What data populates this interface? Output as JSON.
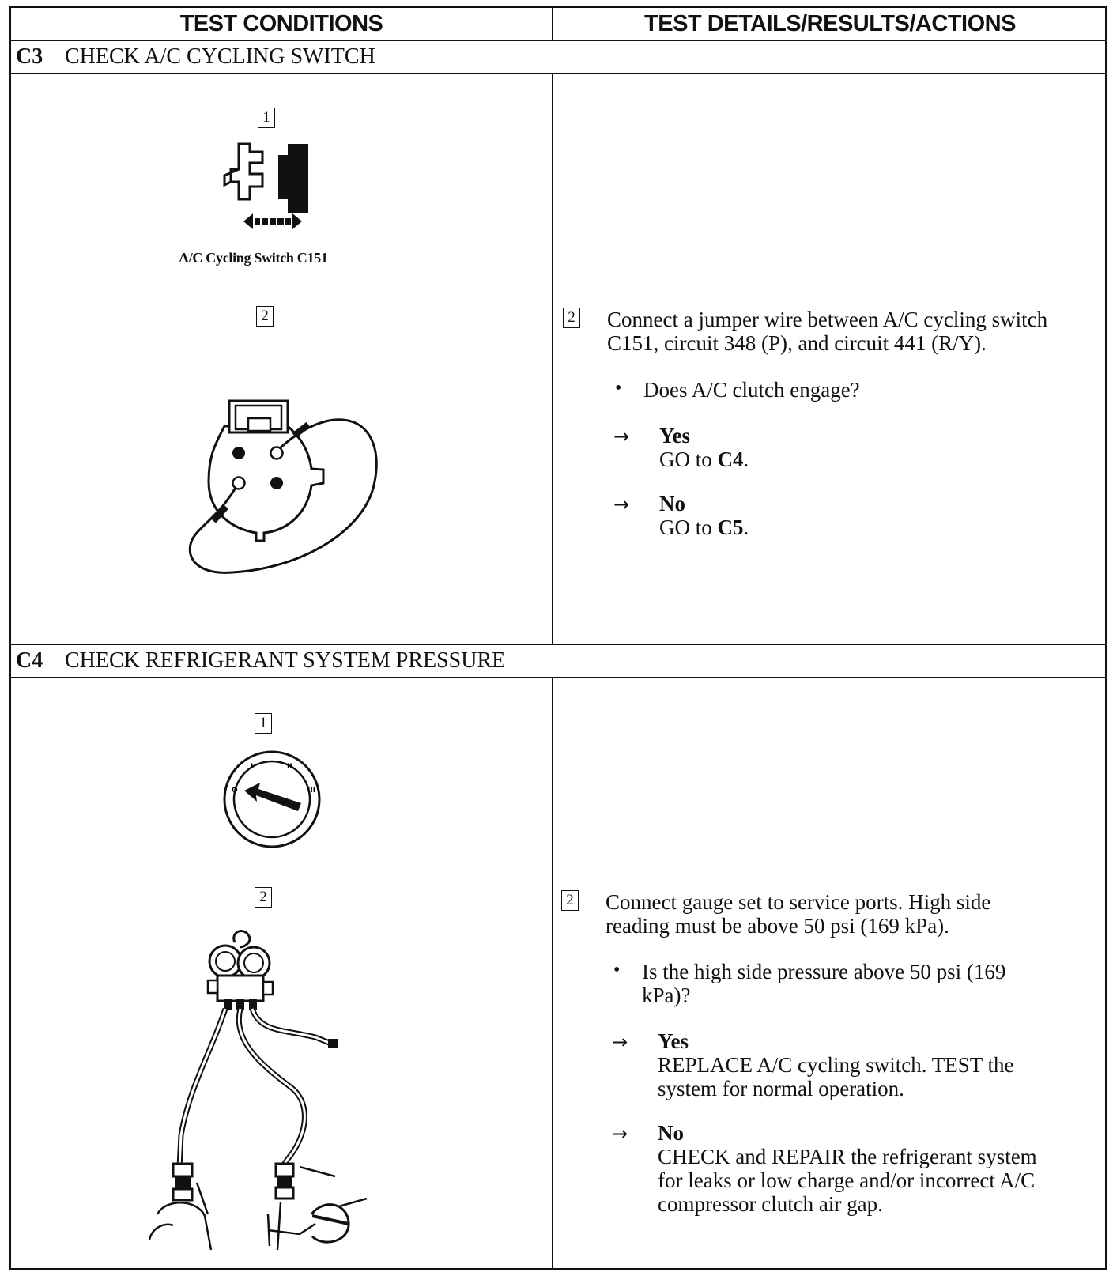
{
  "header": {
    "left": "TEST CONDITIONS",
    "right": "TEST DETAILS/RESULTS/ACTIONS"
  },
  "sections": [
    {
      "id": "C3",
      "title": "CHECK A/C CYCLING SWITCH",
      "left_steps": [
        "1",
        "2"
      ],
      "figure_caption": "A/C Cycling Switch C151",
      "step_num": "2",
      "instruction_lines": [
        "Connect a jumper wire between A/C cycling switch",
        "C151, circuit 348 (P), and circuit 441 (R/Y)."
      ],
      "question": "Does A/C clutch engage?",
      "answers": [
        {
          "arrow": "→",
          "label": "Yes",
          "action_prefix": "GO to ",
          "action_target": "C4",
          "action_suffix": "."
        },
        {
          "arrow": "→",
          "label": "No",
          "action_prefix": "GO to ",
          "action_target": "C5",
          "action_suffix": "."
        }
      ]
    },
    {
      "id": "C4",
      "title": "CHECK REFRIGERANT SYSTEM PRESSURE",
      "left_steps": [
        "1",
        "2"
      ],
      "step_num": "2",
      "instruction_lines": [
        "Connect gauge set to service ports. High side",
        "reading must be above 50 psi (169 kPa)."
      ],
      "question_lines": [
        "Is the high side pressure above 50 psi (169",
        "kPa)?"
      ],
      "answers": [
        {
          "arrow": "→",
          "label": "Yes",
          "lines": [
            "REPLACE A/C cycling switch. TEST the",
            "system for normal operation."
          ]
        },
        {
          "arrow": "→",
          "label": "No",
          "lines": [
            "CHECK and REPAIR the refrigerant system",
            "for leaks or low charge and/or incorrect A/C",
            "compressor clutch air gap."
          ]
        }
      ]
    }
  ]
}
